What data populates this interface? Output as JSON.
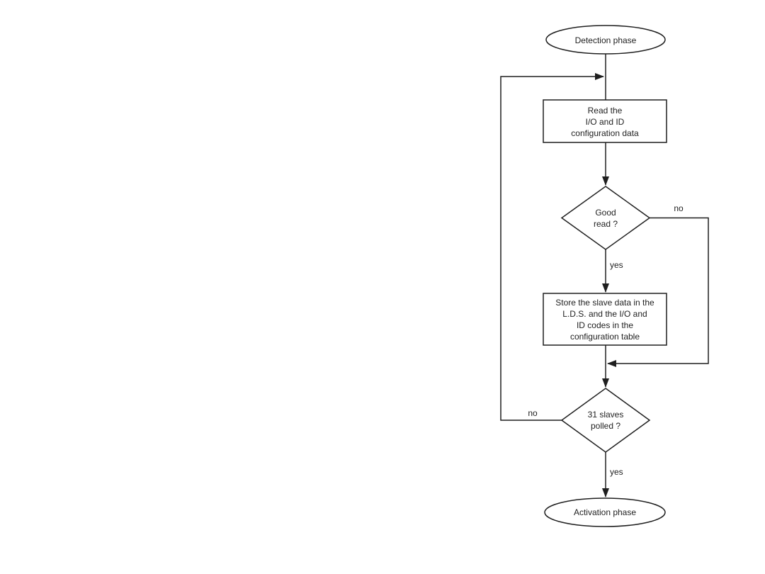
{
  "diagram": {
    "type": "flowchart",
    "nodes": {
      "start": {
        "shape": "terminator",
        "label": "Detection phase"
      },
      "read_config": {
        "shape": "process",
        "lines": [
          "Read the",
          "I/O and ID",
          "configuration data"
        ]
      },
      "good_read": {
        "shape": "decision",
        "lines": [
          "Good",
          "read ?"
        ]
      },
      "store_data": {
        "shape": "process",
        "lines": [
          "Store the slave data in the",
          "L.D.S. and the I/O and",
          "ID codes in the",
          "configuration table"
        ]
      },
      "slaves_polled": {
        "shape": "decision",
        "lines": [
          "31 slaves",
          "polled ?"
        ]
      },
      "end": {
        "shape": "terminator",
        "label": "Activation phase"
      }
    },
    "edge_labels": {
      "good_read_no": "no",
      "good_read_yes": "yes",
      "slaves_polled_no": "no",
      "slaves_polled_yes": "yes"
    },
    "colors": {
      "line": "#1f1f1f",
      "text": "#1f1f1f",
      "background": "#ffffff"
    }
  }
}
